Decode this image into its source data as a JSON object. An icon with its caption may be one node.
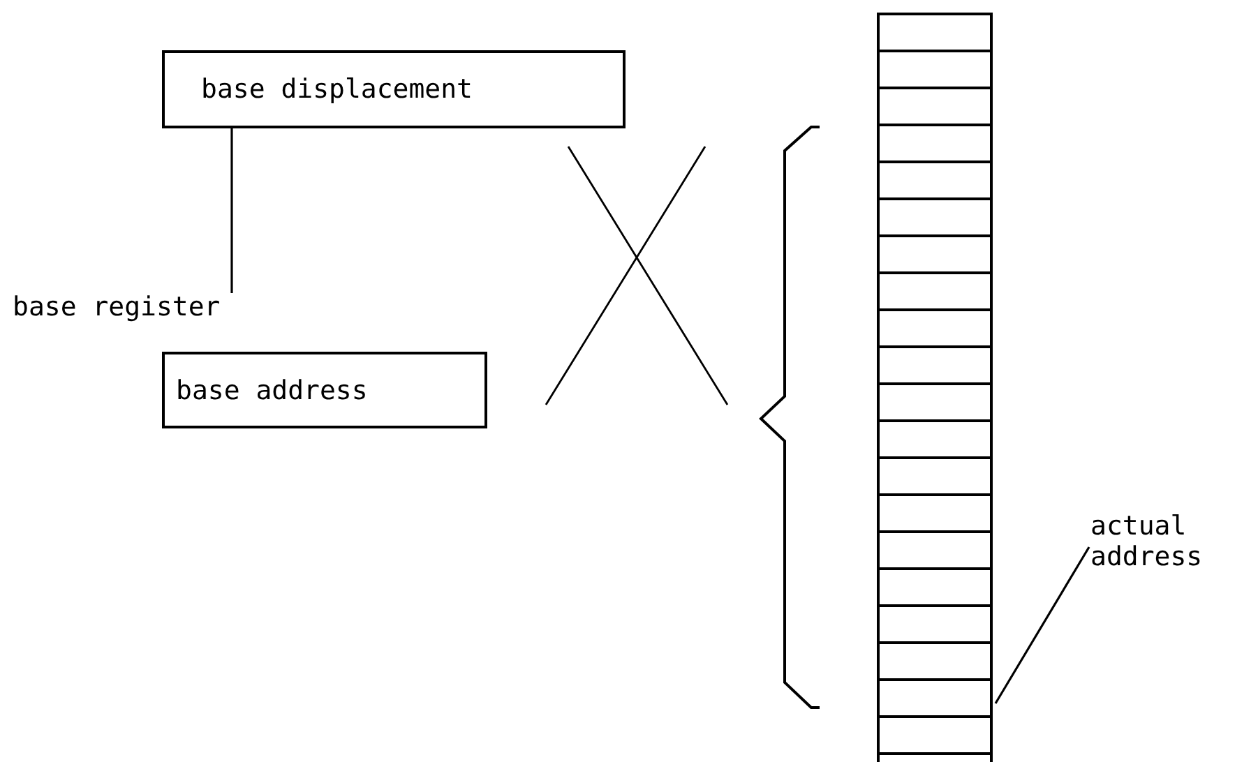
{
  "diagram": {
    "nodes": [
      {
        "text": [
          "base displacement"
        ]
      },
      {
        "text": [
          "base register"
        ]
      },
      {
        "text": [
          "base address"
        ]
      },
      {
        "text": [],
        "shape": "box"
      },
      {
        "text": [
          "actual address"
        ]
      }
    ],
    "edges": [
      {
        "from": 0,
        "to": 1,
        "arrow": "none"
      },
      {
        "from": 4,
        "to": 3,
        "arrow": "none"
      }
    ]
  }
}
